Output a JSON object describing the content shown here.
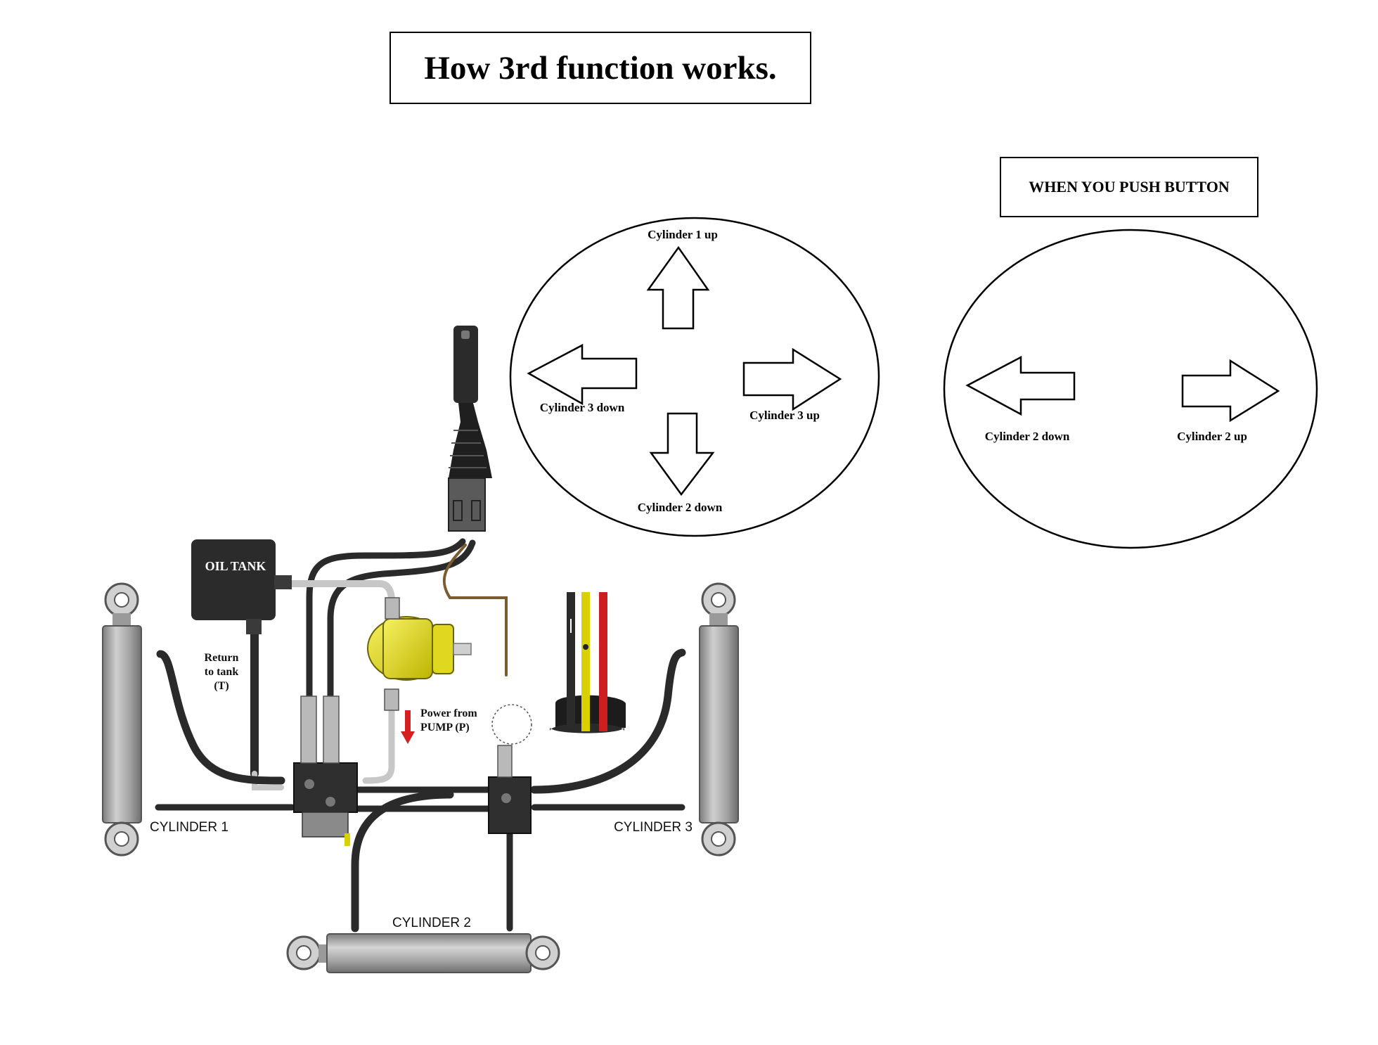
{
  "title": "How 3rd function works.",
  "push_button_label": "WHEN YOU PUSH BUTTON",
  "joystick_directions": {
    "up": "Cylinder 1 up",
    "left": "Cylinder 3 down",
    "right": "Cylinder 3 up",
    "down": "Cylinder 2 down"
  },
  "button_directions": {
    "left": "Cylinder 2 down",
    "right": "Cylinder 2 up"
  },
  "components": {
    "oil_tank": "OIL TANK",
    "return_line": [
      "Return",
      "to tank",
      "(T)"
    ],
    "pump_power": [
      "Power from",
      "PUMP (P)"
    ],
    "cylinder_1": "CYLINDER 1",
    "cylinder_2": "CYLINDER 2",
    "cylinder_3": "CYLINDER 3"
  },
  "colors": {
    "hose": "#2a2a2a",
    "cylinder": "#a9a9a9",
    "pump": "#e8e020",
    "tank": "#2b2b2b",
    "pressure_arrow": "#d42020",
    "wire_yellow": "#d8d000",
    "wire_red": "#cc1f1f"
  }
}
